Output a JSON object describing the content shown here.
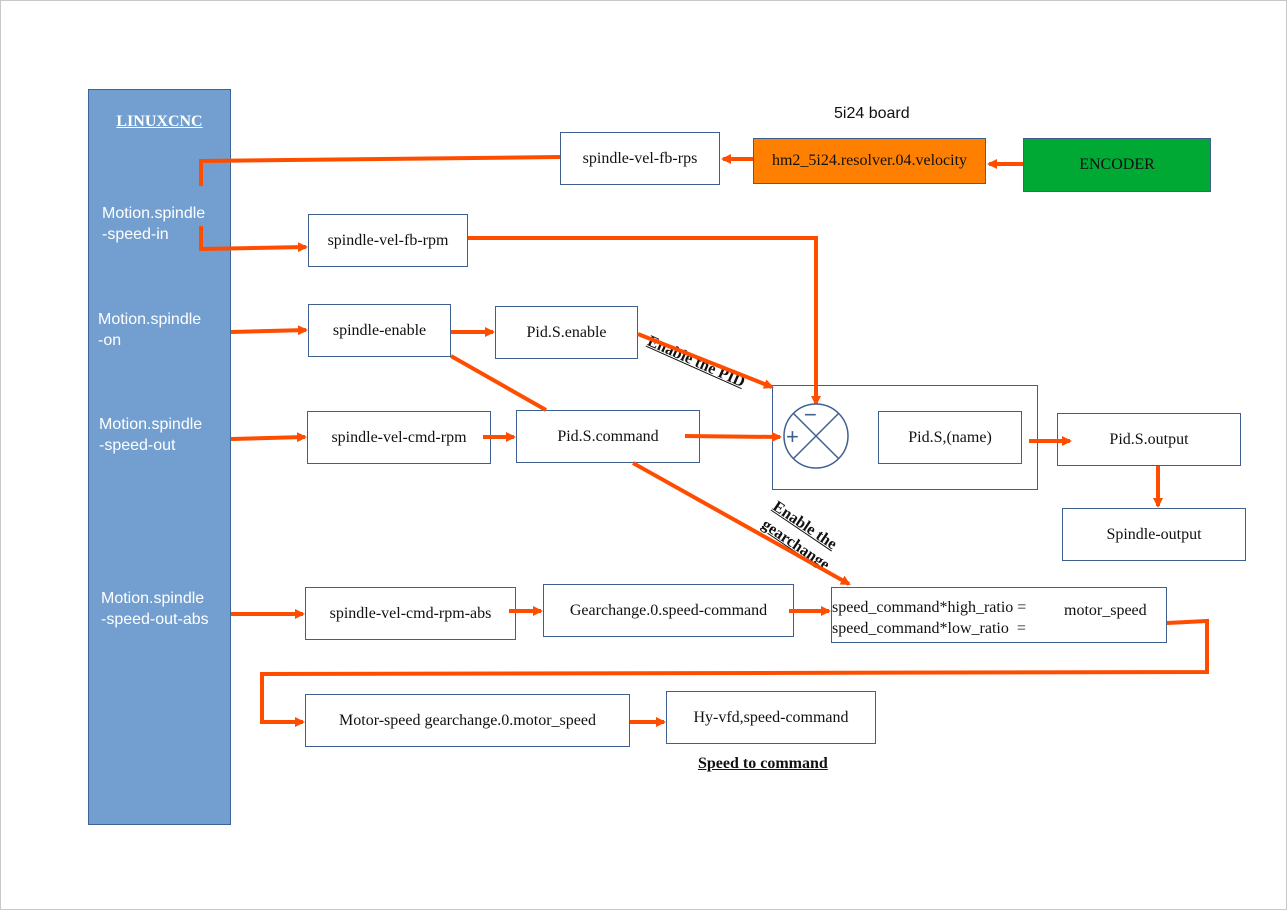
{
  "linuxcnc": {
    "title": "LINUXCNC",
    "labels": {
      "speed_in": "Motion.spindle\n-speed-in",
      "on": "Motion.spindle\n-on",
      "speed_out": "Motion.spindle\n-speed-out",
      "speed_out_abs": "Motion.spindle\n-speed-out-abs"
    }
  },
  "board_label": "5i24 board",
  "nodes": {
    "fb_rps": "spindle-vel-fb-rps",
    "resolver": "hm2_5i24.resolver.04.velocity",
    "encoder": "ENCODER",
    "fb_rpm": "spindle-vel-fb-rpm",
    "spindle_enable": "spindle-enable",
    "pid_enable": "Pid.S.enable",
    "cmd_rpm": "spindle-vel-cmd-rpm",
    "pid_command": "Pid.S.command",
    "pid_name": "Pid.S,(name)",
    "pid_output": "Pid.S.output",
    "spindle_output": "Spindle-output",
    "cmd_rpm_abs": "spindle-vel-cmd-rpm-abs",
    "gear_cmd": "Gearchange.0.speed-command",
    "formula_line1": "speed_command*high_ratio =",
    "formula_line2": "speed_command*low_ratio  =",
    "formula_result": "motor_speed",
    "motor_speed": "Motor-speed gearchange.0.motor_speed",
    "vfd": "Hy-vfd,speed-command"
  },
  "annotations": {
    "enable_pid": "Enable the PID",
    "enable_gear_line1": "Enable the",
    "enable_gear_line2": "gearchange",
    "speed_to_command": "Speed to command"
  },
  "symbols": {
    "summer_plus": "+",
    "summer_minus": "−"
  },
  "colors": {
    "wire": "#ff4d00",
    "linuxcnc_fill": "#729fcf",
    "resolver_fill": "#ff8000",
    "encoder_fill": "#00a933",
    "box_border": "#3f5f8f"
  }
}
